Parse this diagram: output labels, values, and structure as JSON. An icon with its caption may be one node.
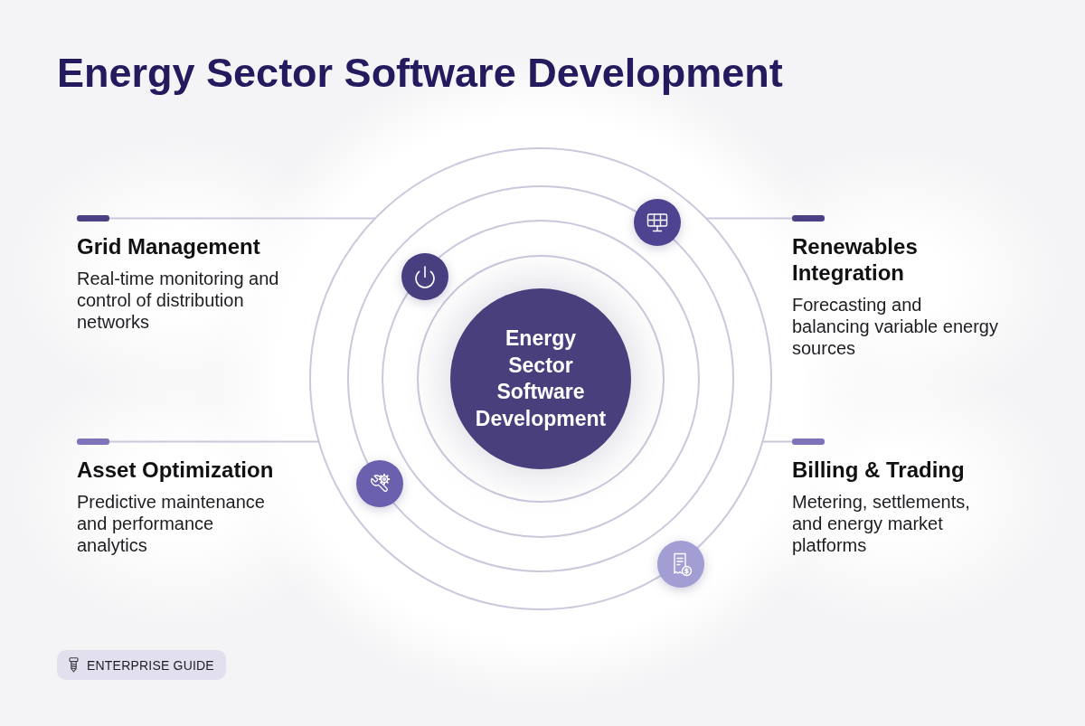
{
  "diagram": {
    "title": "Energy Sector Software Development",
    "nodes": [
      {
        "text": [
          "Grid Management",
          "Real-time monitoring and control of distribution networks"
        ]
      },
      {
        "text": [
          "Renewables Integration",
          "Forecasting and balancing variable energy sources"
        ]
      },
      {
        "text": [
          "Energy Sector Software Development"
        ]
      },
      {
        "text": [
          "Asset Optimization",
          "Predictive maintenance and performance analytics"
        ]
      },
      {
        "text": [
          "Billing & Trading",
          "Metering, settlements, and energy market platforms"
        ]
      }
    ],
    "edges": [
      {
        "from": 0,
        "to": null,
        "arrow": "none"
      },
      {
        "from": 1,
        "to": null,
        "arrow": "none"
      },
      {
        "from": 3,
        "to": null,
        "arrow": "none"
      },
      {
        "from": 4,
        "to": null,
        "arrow": "none"
      }
    ],
    "labels": [
      "ENTERPRISE GUIDE"
    ]
  }
}
